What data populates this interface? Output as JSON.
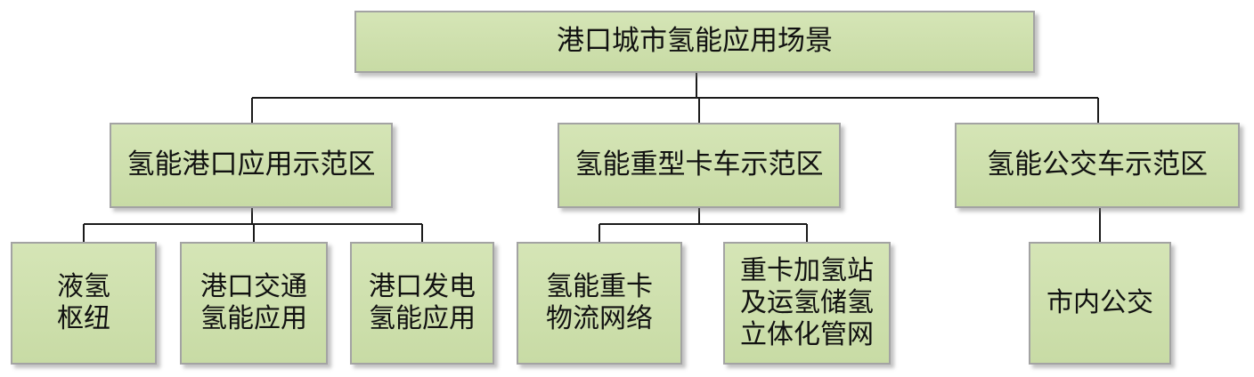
{
  "diagram": {
    "root": {
      "label": "港口城市氢能应用场景"
    },
    "zones": [
      {
        "label": "氢能港口应用示范区",
        "children": [
          {
            "label": "液氢\n枢纽"
          },
          {
            "label": "港口交通\n氢能应用"
          },
          {
            "label": "港口发电\n氢能应用"
          }
        ]
      },
      {
        "label": "氢能重型卡车示范区",
        "children": [
          {
            "label": "氢能重卡\n物流网络"
          },
          {
            "label": "重卡加氢站\n及运氢储氢\n立体化管网"
          }
        ]
      },
      {
        "label": "氢能公交车示范区",
        "children": [
          {
            "label": "市内公交"
          }
        ]
      }
    ]
  },
  "colors": {
    "box_fill": "#cfe1ae",
    "box_border": "#a3a3a3",
    "connector": "#1a1a1a",
    "text": "#111111"
  }
}
